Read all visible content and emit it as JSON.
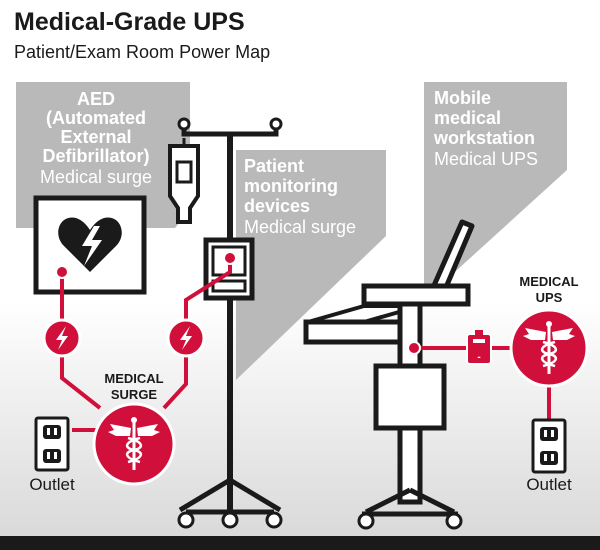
{
  "header": {
    "title": "Medical-Grade UPS",
    "subtitle": "Patient/Exam Room Power Map"
  },
  "aed": {
    "line1": "AED",
    "line2": "(Automated",
    "line3": "External",
    "line4": "Defibrillator)",
    "protection": "Medical surge"
  },
  "monitor": {
    "line1": "Patient",
    "line2": "monitoring",
    "line3": "devices",
    "protection": "Medical surge"
  },
  "workstation": {
    "line1": "Mobile",
    "line2": "medical",
    "line3": "workstation",
    "protection": "Medical UPS"
  },
  "surge_unit": {
    "line1": "MEDICAL",
    "line2": "SURGE"
  },
  "ups_unit": {
    "line1": "MEDICAL",
    "line2": "UPS"
  },
  "outlet_left": {
    "label": "Outlet"
  },
  "outlet_right": {
    "label": "Outlet"
  },
  "colors": {
    "accent_red": "#d0103a",
    "label_gray": "#b9b9b9",
    "shadow_gray": "#e3e3e3",
    "ink": "#1a1a1a"
  }
}
